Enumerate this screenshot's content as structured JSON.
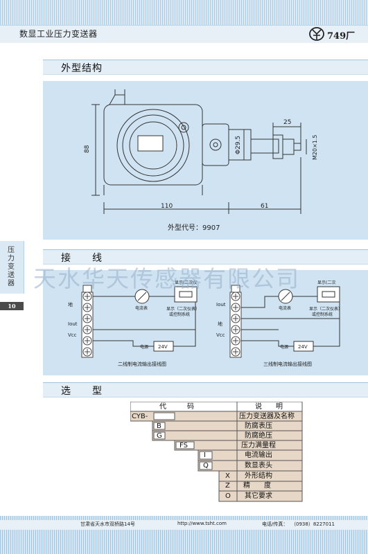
{
  "header": {
    "title": "数显工业压力变送器",
    "logo_text": "749厂"
  },
  "side": {
    "tab_text": "压力变送器",
    "page_number": "10"
  },
  "sections": {
    "outline": "外型结构",
    "wiring": "接　　线",
    "selection": "选　　型"
  },
  "outline": {
    "dim_25": "25",
    "dim_88": "88",
    "dim_phi": "Φ29.5",
    "dim_thread": "M20×1.5",
    "dim_110": "110",
    "dim_61": "61",
    "caption": "外型代号：9907"
  },
  "watermark": "天水华天传感器有限公司",
  "wiring": {
    "two_wire": {
      "labels": [
        "地",
        "Iout",
        "Vcc"
      ],
      "ammeter": "电流表",
      "display_top": "显示(二次仪",
      "display_note_1": "显示（二次仪表）",
      "display_note_2": "或控制系统",
      "power": "电源",
      "voltage": "24V",
      "caption": "二线制电流输出接线图"
    },
    "three_wire": {
      "labels": [
        "Iout",
        "地",
        "Vcc"
      ],
      "ammeter": "电流表",
      "display_top": "显示(二次",
      "display_note_1": "显示（二次仪表）",
      "display_note_2": "或控制系统",
      "power": "电源",
      "voltage": "24V",
      "caption": "三线制电流输出接线图"
    }
  },
  "model_table": {
    "header_code": "代　　　码",
    "header_desc": "说　　明",
    "rows": [
      {
        "code": "CYB-",
        "desc": "压力变送器及名称"
      },
      {
        "code": "B",
        "desc": "防腐表压"
      },
      {
        "code": "G",
        "desc": "防腐绝压"
      },
      {
        "code": "FS",
        "desc": "压力满量程"
      },
      {
        "code": "I",
        "desc": "电流输出"
      },
      {
        "code": "Q",
        "desc": "数显表头"
      },
      {
        "code": "X",
        "desc": "外形结构"
      },
      {
        "code": "Z",
        "desc": "精　　度"
      },
      {
        "code": "O",
        "desc": "其它要求"
      }
    ]
  },
  "footer": {
    "address": "甘肃省天水市双桥路14号",
    "website": "http://www.tsht.com",
    "phone_label": "电话/传真：",
    "phone": "（0938）8227011"
  }
}
